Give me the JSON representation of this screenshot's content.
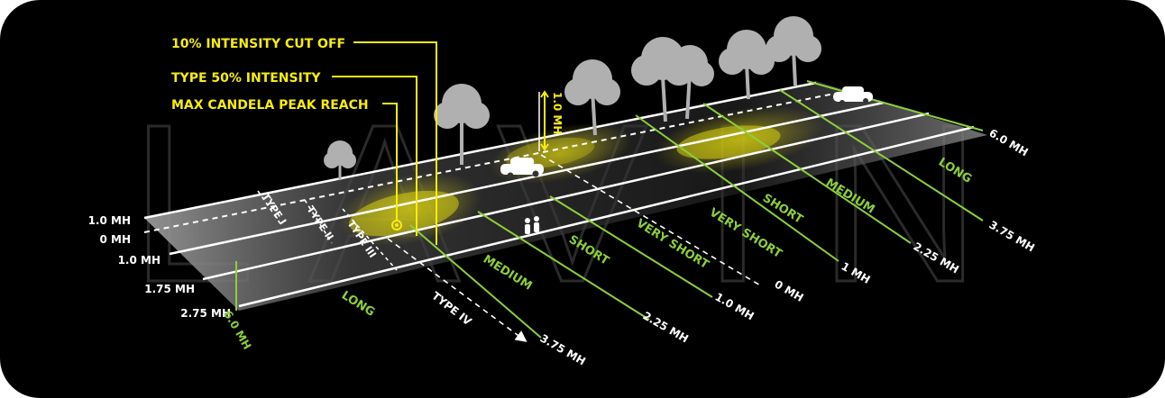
{
  "watermark": "LAVIN",
  "callouts": {
    "cutoff": "10% INTENSITY CUT OFF",
    "type50": "TYPE 50% INTENSITY",
    "peak": "MAX CANDELA PEAK REACH"
  },
  "height_marker": "1.0 MH",
  "left_mh": [
    "1.0 MH",
    "0 MH",
    "1.0 MH",
    "1.75 MH",
    "2.75 MH"
  ],
  "types": [
    "TYPE I",
    "TYPE II",
    "TYPE III",
    "TYPE IV"
  ],
  "near_bottom": [
    "6.0 MH",
    "LONG",
    "MEDIUM",
    "SHORT",
    "VERY SHORT"
  ],
  "near_mh": [
    "3.75 MH",
    "2.25 MH",
    "1.0 MH",
    "0 MH"
  ],
  "far_words": [
    "VERY SHORT",
    "SHORT",
    "MEDIUM",
    "LONG"
  ],
  "far_mh": [
    "1 MH",
    "2.25 MH",
    "3.75 MH",
    "6.0 MH"
  ],
  "colors": {
    "background": "#000000",
    "accent_yellow": "#f7ec13",
    "accent_green": "#8ccf3c",
    "road_line": "#ffffff",
    "tree": "#b0b0b0",
    "watermark": "#2a2a2a"
  }
}
